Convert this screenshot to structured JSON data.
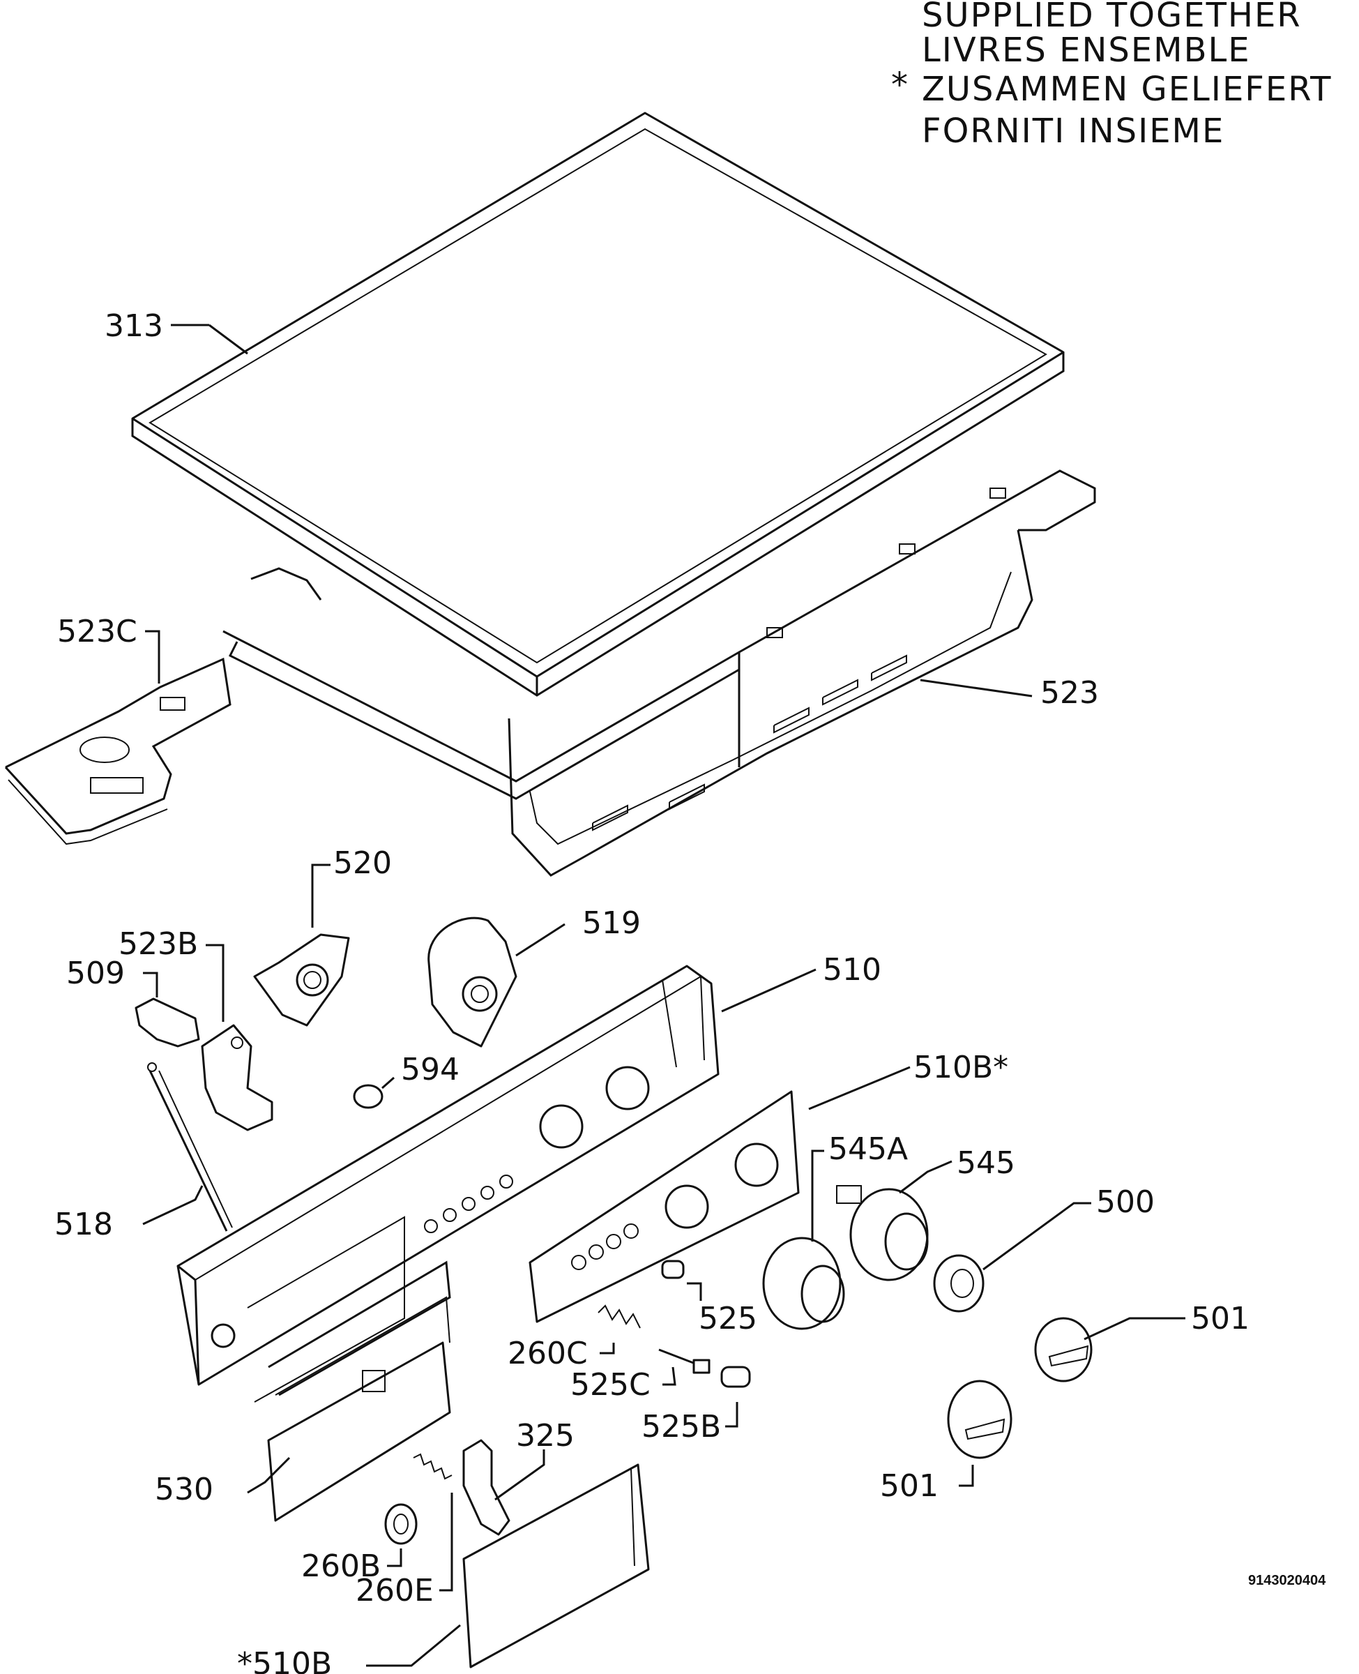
{
  "legend": {
    "asterisk": "*",
    "lines": [
      "SUPPLIED TOGETHER",
      "LIVRES ENSEMBLE",
      "ZUSAMMEN GELIEFERT",
      "FORNITI INSIEME"
    ]
  },
  "drawing_code": "9143020404",
  "parts": {
    "p313": "313",
    "p523": "523",
    "p523c": "523C",
    "p520": "520",
    "p519": "519",
    "p523b": "523B",
    "p509": "509",
    "p510": "510",
    "p594": "594",
    "p510b_top": "510B*",
    "p545a": "545A",
    "p545": "545",
    "p500": "500",
    "p518": "518",
    "p525": "525",
    "p260c": "260C",
    "p525c": "525C",
    "p501_right": "501",
    "p525b": "525B",
    "p325": "325",
    "p501_left": "501",
    "p530": "530",
    "p260b": "260B",
    "p260e": "260E",
    "p510b_bottom": "*510B"
  }
}
